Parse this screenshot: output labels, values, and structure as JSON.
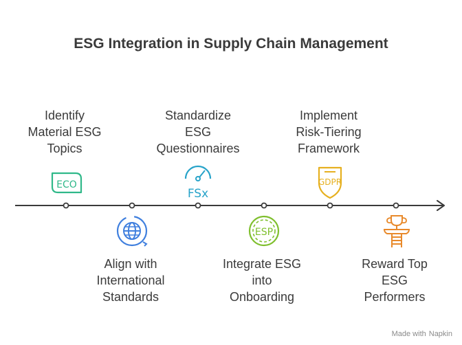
{
  "title": "ESG Integration in Supply Chain Management",
  "steps": [
    {
      "label": "Identify\nMaterial ESG\nTopics",
      "icon": "eco-icon",
      "icon_text": "ECO",
      "color": "#2fb889",
      "position": "above"
    },
    {
      "label": "Align with\nInternational\nStandards",
      "icon": "globe-icon",
      "color": "#3f7fde",
      "position": "below"
    },
    {
      "label": "Standardize\nESG\nQuestionnaires",
      "icon": "fsx-gauge-icon",
      "icon_text": "FSx",
      "color": "#27a3c9",
      "position": "above"
    },
    {
      "label": "Integrate ESG\ninto\nOnboarding",
      "icon": "esp-icon",
      "icon_text": "ESP",
      "color": "#7fbf2d",
      "position": "below"
    },
    {
      "label": "Implement\nRisk-Tiering\nFramework",
      "icon": "gdpr-shield-icon",
      "icon_text": "GDPR",
      "color": "#e6b020",
      "position": "above"
    },
    {
      "label": "Reward Top\nESG\nPerformers",
      "icon": "trophy-ladder-icon",
      "color": "#e8892a",
      "position": "below"
    }
  ],
  "watermark": {
    "prefix": "Made with",
    "brand": "Napkin"
  }
}
